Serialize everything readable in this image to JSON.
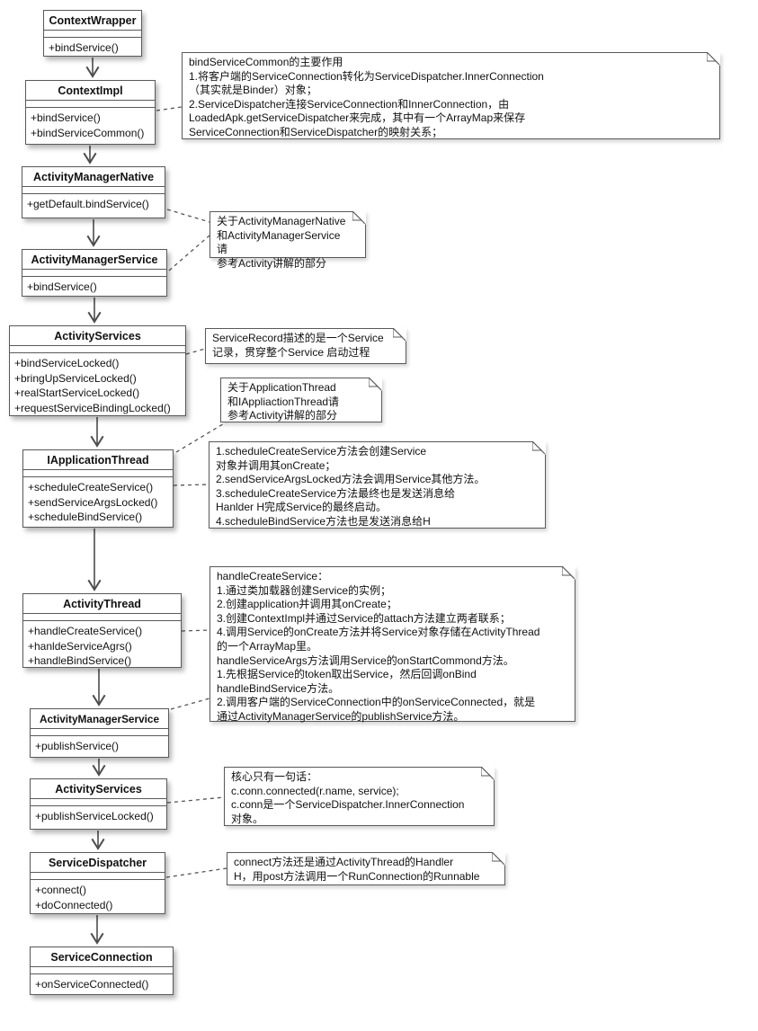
{
  "diagram": {
    "title": "Android bindService flow class diagram",
    "colors": {
      "line": "#4d4d4d",
      "border": "#595959",
      "text": "#111111",
      "fill": "#ffffff"
    },
    "classes": [
      {
        "name": "ContextWrapper",
        "methods": [
          "+bindService()"
        ]
      },
      {
        "name": "ContextImpl",
        "methods": [
          "+bindService()",
          "+bindServiceCommon()"
        ]
      },
      {
        "name": "ActivityManagerNative",
        "methods": [
          "+getDefault.bindService()"
        ]
      },
      {
        "name": "ActivityManagerService",
        "methods": [
          "+bindService()"
        ]
      },
      {
        "name": "ActivityServices",
        "methods": [
          "+bindServiceLocked()",
          "+bringUpServiceLocked()",
          "+realStartServiceLocked()",
          "+requestServiceBindingLocked()"
        ]
      },
      {
        "name": "IApplicationThread",
        "methods": [
          "+scheduleCreateService()",
          "+sendServiceArgsLocked()",
          "+scheduleBindService()"
        ]
      },
      {
        "name": "ActivityThread",
        "methods": [
          "+handleCreateService()",
          "+hanldeServiceAgrs()",
          "+handleBindService()"
        ]
      },
      {
        "name": "ActivityManagerService",
        "methods": [
          "+publishService()"
        ]
      },
      {
        "name": "ActivityServices",
        "methods": [
          "+publishServiceLocked()"
        ]
      },
      {
        "name": "ServiceDispatcher",
        "methods": [
          "+connect()",
          "+doConnected()"
        ]
      },
      {
        "name": "ServiceConnection",
        "methods": [
          "+onServiceConnected()"
        ]
      }
    ],
    "notes": [
      {
        "text": "bindServiceCommon的主要作用\n1.将客户端的ServiceConnection转化为ServiceDispatcher.InnerConnection\n（其实就是Binder）对象；\n2.ServiceDispatcher连接ServiceConnection和InnerConnection，由\nLoadedApk.getServiceDispatcher来完成，其中有一个ArrayMap来保存\nServiceConnection和ServiceDispatcher的映射关系；"
      },
      {
        "text": "关于ActivityManagerNative\n和ActivityManagerService请\n参考Activity讲解的部分"
      },
      {
        "text": "ServiceRecord描述的是一个Service\n记录，贯穿整个Service 启动过程"
      },
      {
        "text": "关于ApplicationThread\n和IAppliactionThread请\n参考Activity讲解的部分"
      },
      {
        "text": "1.scheduleCreateService方法会创建Service\n对象并调用其onCreate；\n2.sendServiceArgsLocked方法会调用Service其他方法。\n3.scheduleCreateService方法最终也是发送消息给\nHanlder H完成Service的最终启动。\n4.scheduleBindService方法也是发送消息给H"
      },
      {
        "text": "handleCreateService：\n1.通过类加载器创建Service的实例；\n2.创建application并调用其onCreate；\n3.创建ContextImpl并通过Service的attach方法建立两者联系；\n4.调用Service的onCreate方法并将Service对象存储在ActivityThread\n的一个ArrayMap里。\nhandleServiceArgs方法调用Service的onStartCommond方法。\n1.先根据Service的token取出Service，然后回调onBind\nhandleBindService方法。\n2.调用客户端的ServiceConnection中的onServiceConnected，就是\n通过ActivityManagerService的publishService方法。"
      },
      {
        "text": "核心只有一句话：\nc.conn.connected(r.name, service);\nc.conn是一个ServiceDispatcher.InnerConnection\n对象。"
      },
      {
        "text": "connect方法还是通过ActivityThread的Handler\nH，用post方法调用一个RunConnection的Runnable"
      }
    ]
  }
}
